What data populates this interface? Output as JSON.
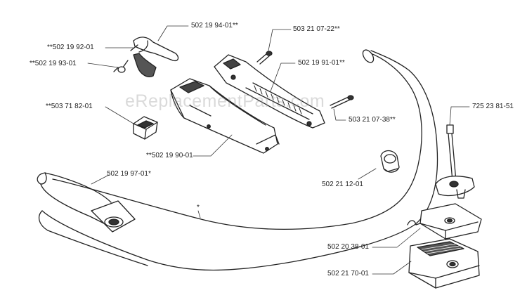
{
  "watermark": "eReplacementParts.com",
  "parts": {
    "p502199401": "502 19 94-01**",
    "p502199201": "**502 19 92-01",
    "p502199301": "**502 19 93-01",
    "p503210722": "503 21 07-22**",
    "p502199101": "502 19 91-01**",
    "p503718201": "**503 71 82-01",
    "p503210738": "503 21 07-38**",
    "p725238151": "725 23 81-51",
    "p502199001": "**502 19 90-01",
    "p502211201": "502 21 12-01",
    "p502199701": "502 19 97-01*",
    "handlebar": "*",
    "p502203801": "502 20 38-01",
    "p502217001": "502 21 70-01"
  }
}
